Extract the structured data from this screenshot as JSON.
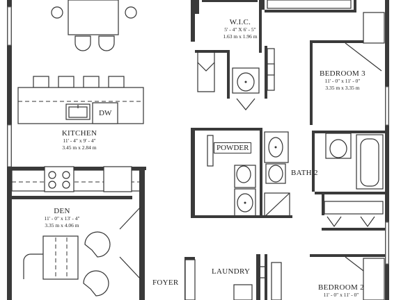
{
  "rooms": {
    "wic": {
      "name": "W.I.C.",
      "dims_imperial": "5' - 4\" X 6' - 5\"",
      "dims_metric": "1.63 m x 1.96 m"
    },
    "bedroom3": {
      "name": "BEDROOM 3",
      "dims_imperial": "11' - 0\" x 11' - 0\"",
      "dims_metric": "3.35 m x 3.35 m"
    },
    "kitchen": {
      "name": "KITCHEN",
      "dims_imperial": "11' - 4\" x 9' - 4\"",
      "dims_metric": "3.45 m x 2.84 m"
    },
    "den": {
      "name": "DEN",
      "dims_imperial": "11' - 0\" x 13' - 4\"",
      "dims_metric": "3.35 m x 4.06 m"
    },
    "powder": {
      "name": "POWDER"
    },
    "bath2": {
      "name": "BATH 2"
    },
    "foyer": {
      "name": "FOYER"
    },
    "laundry": {
      "name": "LAUNDRY"
    },
    "bedroom2": {
      "name": "BEDROOM 2",
      "dims_imperial": "11' - 0\" x 11' - 0\""
    }
  },
  "fixtures": {
    "dishwasher": "DW"
  }
}
